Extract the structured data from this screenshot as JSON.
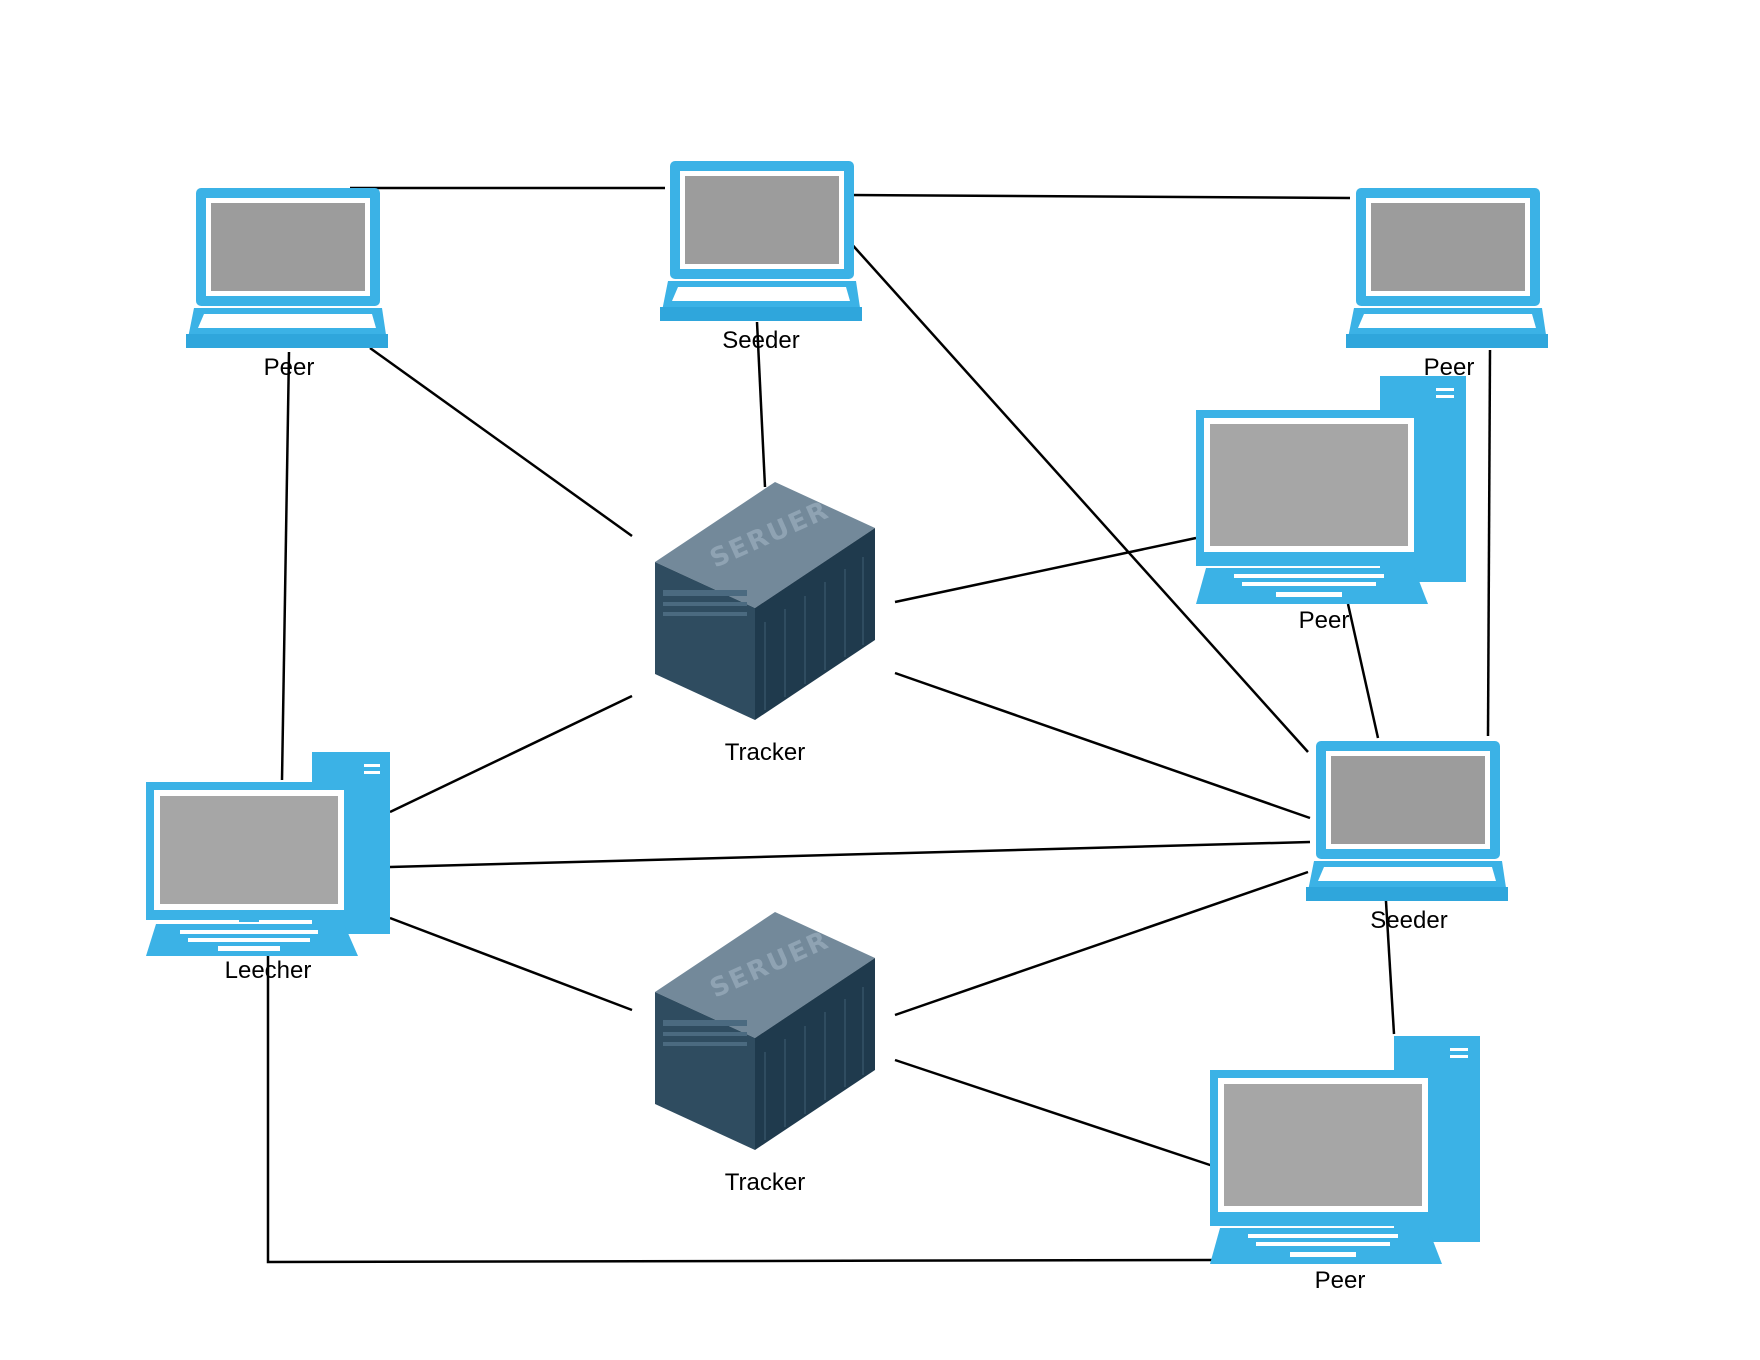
{
  "colors": {
    "device_blue": "#3bb2e6",
    "device_blue_dark": "#1a9fd8",
    "screen_gray": "#a0a0a0",
    "server_dark": "#2b4a5e",
    "server_top": "#6f8799",
    "link": "#000000"
  },
  "nodes": [
    {
      "id": "peer-top-left",
      "kind": "laptop",
      "icon": "laptop-icon",
      "label": "Peer"
    },
    {
      "id": "seeder-top",
      "kind": "laptop",
      "icon": "laptop-icon",
      "label": "Seeder"
    },
    {
      "id": "peer-top-right",
      "kind": "laptop",
      "icon": "laptop-icon",
      "label": "Peer"
    },
    {
      "id": "peer-right-desktop",
      "kind": "desktop",
      "icon": "desktop-computer-icon",
      "label": "Peer"
    },
    {
      "id": "tracker-top",
      "kind": "server",
      "icon": "server-icon",
      "label": "Tracker",
      "badge": "SERUER"
    },
    {
      "id": "leecher",
      "kind": "desktop",
      "icon": "desktop-computer-icon",
      "label": "Leecher"
    },
    {
      "id": "seeder-right",
      "kind": "laptop",
      "icon": "laptop-icon",
      "label": "Seeder"
    },
    {
      "id": "tracker-bottom",
      "kind": "server",
      "icon": "server-icon",
      "label": "Tracker",
      "badge": "SERUER"
    },
    {
      "id": "peer-bottom-right",
      "kind": "desktop",
      "icon": "desktop-computer-icon",
      "label": "Peer"
    }
  ],
  "connections": [
    [
      "peer-top-left",
      "seeder-top"
    ],
    [
      "seeder-top",
      "peer-top-right"
    ],
    [
      "peer-top-left",
      "tracker-top"
    ],
    [
      "seeder-top",
      "tracker-top"
    ],
    [
      "seeder-top",
      "seeder-right"
    ],
    [
      "peer-top-left",
      "leecher"
    ],
    [
      "peer-top-right",
      "seeder-right"
    ],
    [
      "tracker-top",
      "peer-right-desktop"
    ],
    [
      "tracker-top",
      "seeder-right"
    ],
    [
      "tracker-top",
      "leecher"
    ],
    [
      "peer-right-desktop",
      "seeder-right"
    ],
    [
      "leecher",
      "seeder-right"
    ],
    [
      "leecher",
      "tracker-bottom"
    ],
    [
      "tracker-bottom",
      "seeder-right"
    ],
    [
      "tracker-bottom",
      "peer-bottom-right"
    ],
    [
      "seeder-right",
      "peer-bottom-right"
    ],
    [
      "leecher",
      "peer-bottom-right"
    ]
  ]
}
